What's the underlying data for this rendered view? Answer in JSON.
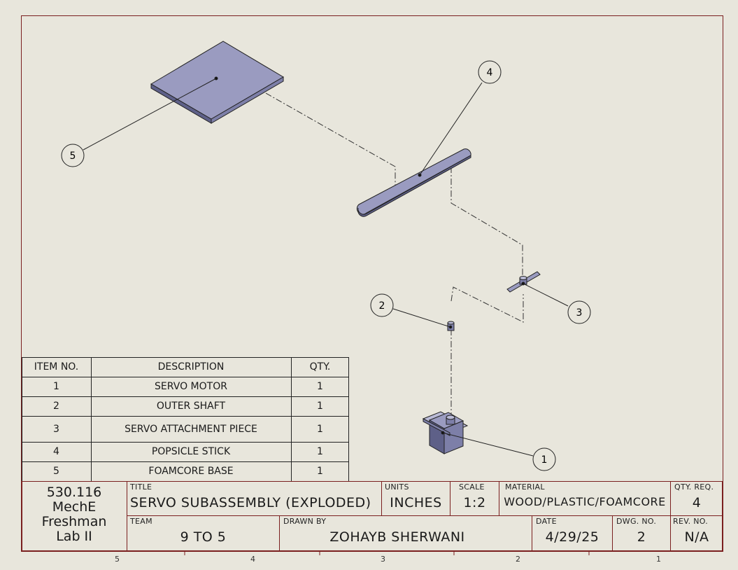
{
  "bom": {
    "headers": {
      "item": "ITEM NO.",
      "desc": "DESCRIPTION",
      "qty": "QTY."
    },
    "rows": [
      {
        "item": "1",
        "desc": "SERVO MOTOR",
        "qty": "1"
      },
      {
        "item": "2",
        "desc": "OUTER SHAFT",
        "qty": "1"
      },
      {
        "item": "3",
        "desc": "SERVO ATTACHMENT PIECE",
        "qty": "1"
      },
      {
        "item": "4",
        "desc": "POPSICLE STICK",
        "qty": "1"
      },
      {
        "item": "5",
        "desc": "FOAMCORE BASE",
        "qty": "1"
      }
    ]
  },
  "balloons": {
    "b1": "1",
    "b2": "2",
    "b3": "3",
    "b4": "4",
    "b5": "5"
  },
  "title_block": {
    "course": [
      "530.116",
      "MechE",
      "Freshman",
      "Lab II"
    ],
    "title_label": "TITLE",
    "title": "SERVO SUBASSEMBLY (EXPLODED)",
    "units_label": "UNITS",
    "units": "INCHES",
    "scale_label": "SCALE",
    "scale": "1:2",
    "material_label": "MATERIAL",
    "material": "WOOD/PLASTIC/FOAMCORE",
    "qty_label": "QTY. REQ.",
    "qty": "4",
    "team_label": "TEAM",
    "team": "9 TO 5",
    "drawn_label": "DRAWN BY",
    "drawn": "ZOHAYB SHERWANI",
    "date_label": "DATE",
    "date": "4/29/25",
    "dwg_label": "DWG. NO.",
    "dwg": "2",
    "rev_label": "REV. NO.",
    "rev": "N/A"
  },
  "zones": [
    "5",
    "4",
    "3",
    "2",
    "1"
  ],
  "colors": {
    "border": "#7a1f1f",
    "part": "#9a9bc0",
    "part_dark": "#5e6088",
    "part_light": "#b9bad6",
    "paper": "#e8e6dc"
  }
}
